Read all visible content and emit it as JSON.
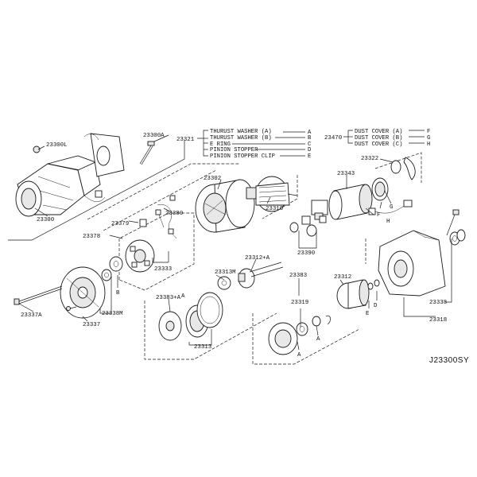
{
  "diagram": {
    "code": "J23300SY",
    "labels": {
      "p23300L": "23300L",
      "p23300A": "23300A",
      "p23300": "23300",
      "p23321": "23321",
      "p23470": "23470",
      "p23302": "23302",
      "p23310": "23310",
      "p23343": "23343",
      "p23322": "23322",
      "p23379": "23379",
      "p23380": "23380",
      "p23378": "23378",
      "p23333": "23333",
      "p23390": "23390",
      "p23312A": "23312+A",
      "p23313M": "23313M",
      "p23383A": "23383+A",
      "p23313": "23313",
      "p23383": "23383",
      "p23319": "23319",
      "p23312": "23312",
      "p23338": "23338",
      "p23318": "23318",
      "p23337A": "23337A",
      "p23338M": "23338M",
      "p23337": "23337"
    },
    "legend_left": [
      {
        "text": "THURUST WASHER (A)",
        "key": "A"
      },
      {
        "text": "THURUST WASHER (B)",
        "key": "B"
      },
      {
        "text": "E RING",
        "key": "C"
      },
      {
        "text": "PINION STOPPER",
        "key": "D"
      },
      {
        "text": "PINION STOPPER CLIP",
        "key": "E"
      }
    ],
    "legend_right": [
      {
        "text": "DUST COVER (A)",
        "key": "F"
      },
      {
        "text": "DUST COVER (B)",
        "key": "G"
      },
      {
        "text": "DUST COVER (C)",
        "key": "H"
      }
    ],
    "callouts": {
      "B1": "B",
      "A1": "A",
      "A2": "A",
      "A3": "A",
      "D1": "D",
      "E1": "E",
      "F1": "F",
      "G1": "G",
      "H1": "H"
    }
  }
}
